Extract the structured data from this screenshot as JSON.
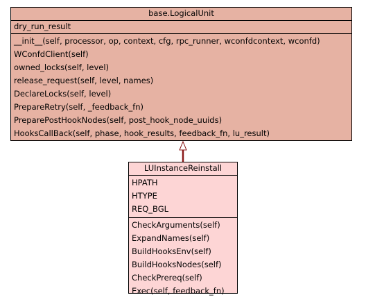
{
  "base_class": {
    "name": "base.LogicalUnit",
    "attributes": [
      "dry_run_result"
    ],
    "methods": [
      "__init__(self, processor, op, context, cfg, rpc_runner, wconfdcontext, wconfd)",
      "WConfdClient(self)",
      "owned_locks(self, level)",
      "release_request(self, level, names)",
      "DeclareLocks(self, level)",
      "PrepareRetry(self, _feedback_fn)",
      "PreparePostHookNodes(self, post_hook_node_uuids)",
      "HooksCallBack(self, phase, hook_results, feedback_fn, lu_result)"
    ]
  },
  "derived_class": {
    "name": "LUInstanceReinstall",
    "attributes": [
      "HPATH",
      "HTYPE",
      "REQ_BGL"
    ],
    "methods": [
      "CheckArguments(self)",
      "ExpandNames(self)",
      "BuildHooksEnv(self)",
      "BuildHooksNodes(self)",
      "CheckPrereq(self)",
      "Exec(self, feedback_fn)"
    ]
  },
  "colors": {
    "base_fill": "#e6b2a3",
    "derived_fill": "#fdd5d5",
    "inheritance_edge": "#8b1a1a"
  }
}
